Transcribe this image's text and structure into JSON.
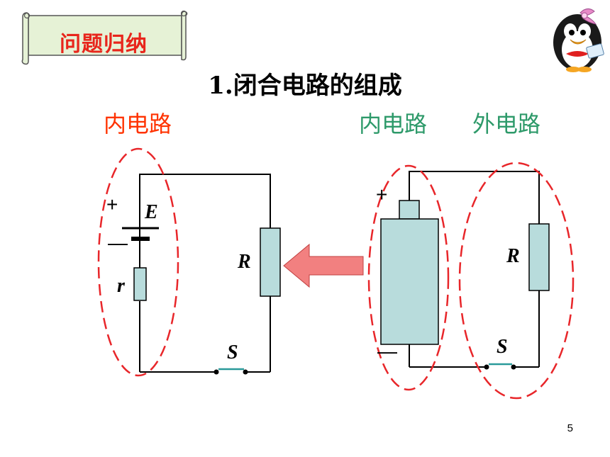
{
  "banner": {
    "label": "问题归纳"
  },
  "title": "1.闭合电路的组成",
  "left_circuit": {
    "heading": "内电路",
    "plus": "+",
    "minus": "—",
    "emf_label": "E",
    "internal_resistor_label": "r",
    "resistor_label": "R",
    "switch_label": "S"
  },
  "right_circuit": {
    "heading_inner": "内电路",
    "heading_outer": "外电路",
    "plus": "+",
    "minus": "—",
    "resistor_label": "R",
    "switch_label": "S"
  },
  "page_number": "5",
  "colors": {
    "banner_text": "#e8261c",
    "left_heading": "#ff3300",
    "right_heading": "#2e9a6a",
    "dashed_outline": "#e8262a",
    "component_fill": "#b8dcdc",
    "arrow_fill": "#f28080",
    "switch_blade": "#2a9a9a"
  }
}
